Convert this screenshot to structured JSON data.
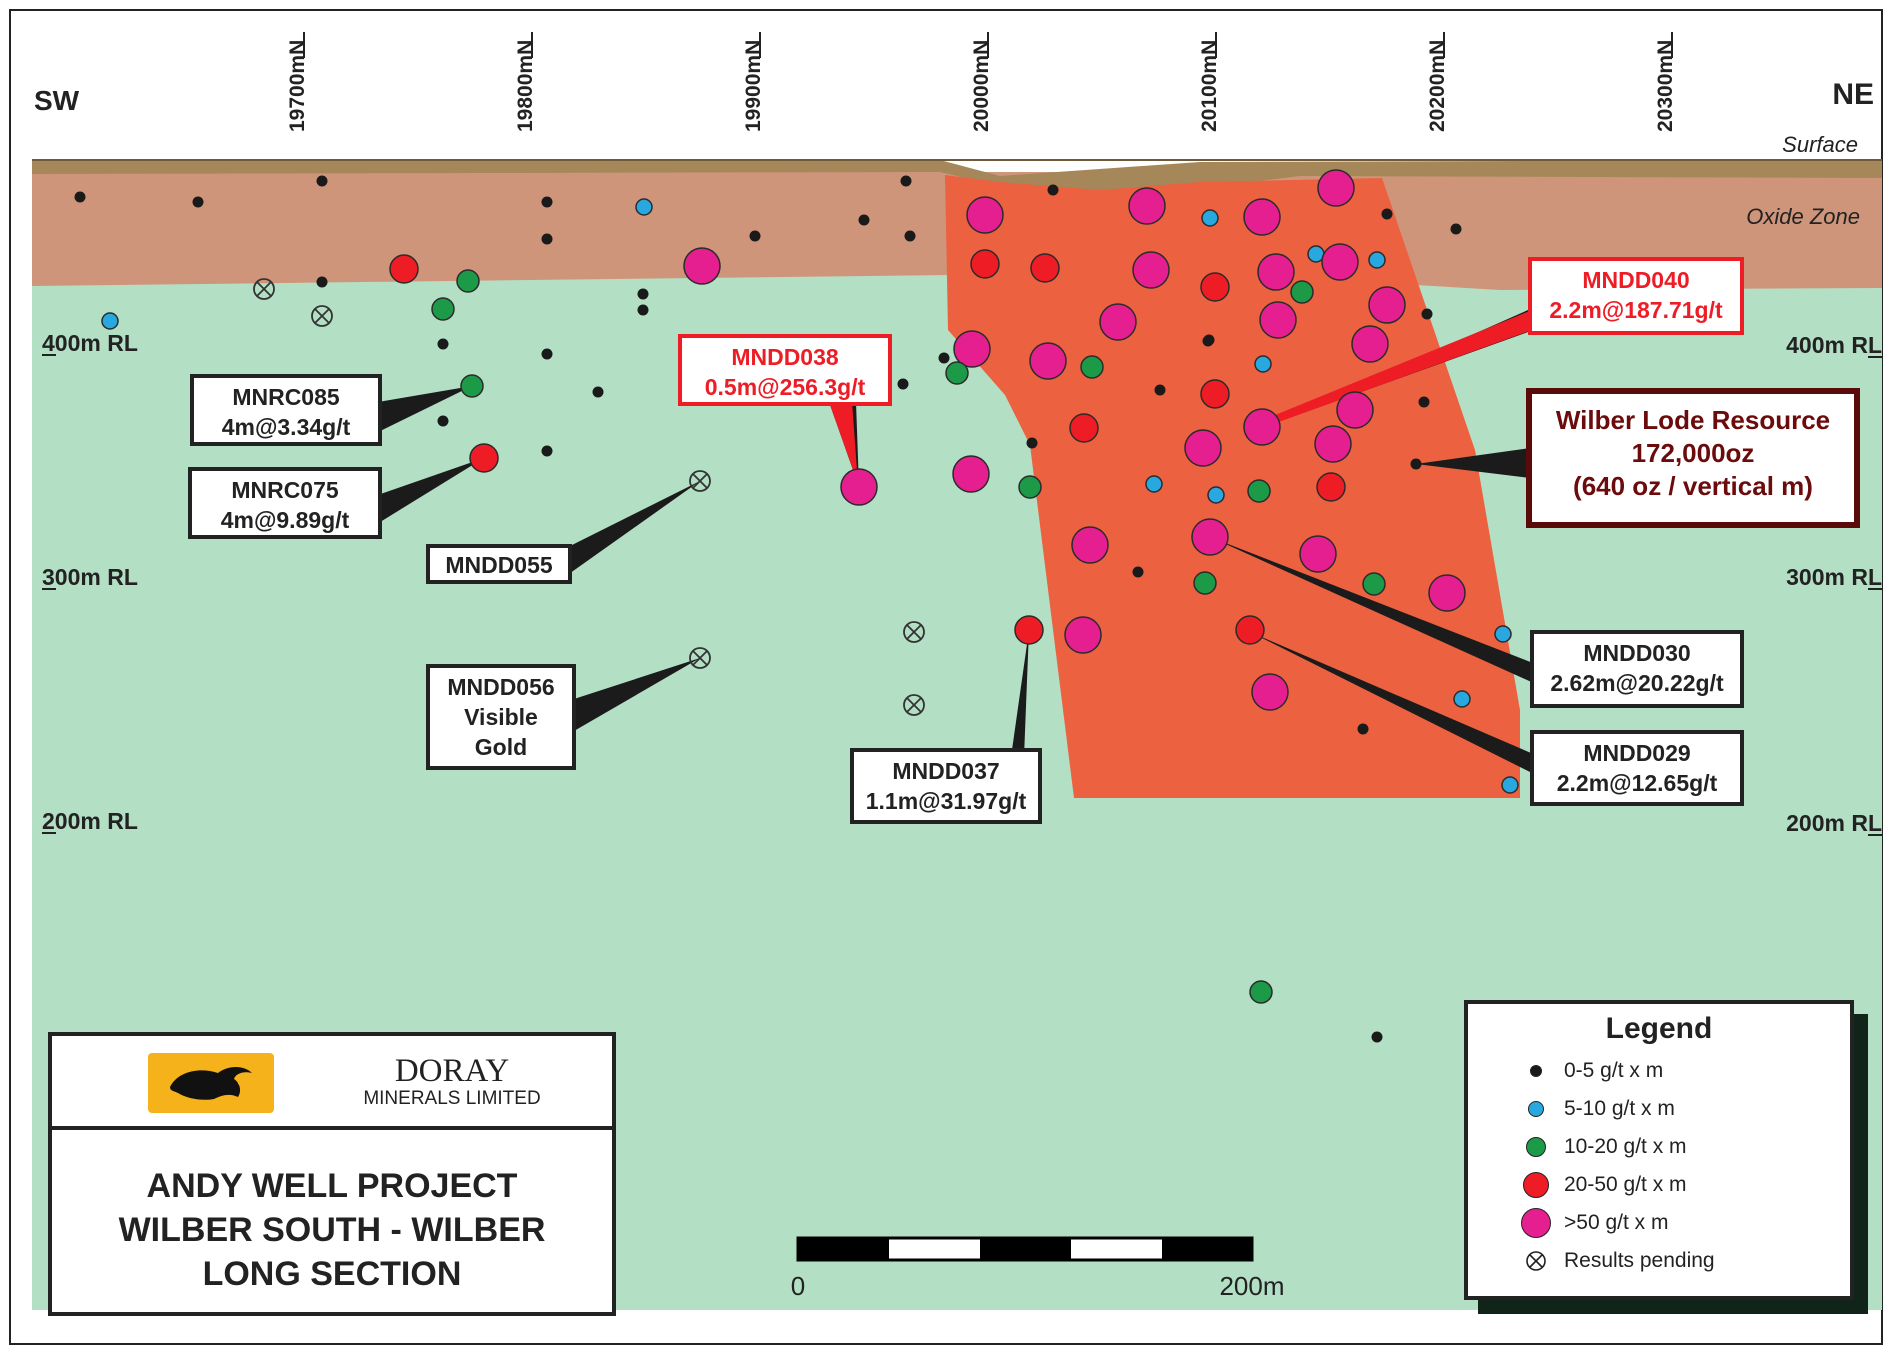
{
  "section": {
    "direction_left": "SW",
    "direction_right": "NE",
    "northings": [
      "19700mN",
      "19800mN",
      "19900mN",
      "20000mN",
      "20100mN",
      "20200mN",
      "20300mN"
    ],
    "rl_left": [
      "400m RL",
      "300m RL",
      "200m RL"
    ],
    "rl_right": [
      "400m RL",
      "300m RL",
      "200m RL"
    ],
    "surface_label": "Surface",
    "oxide_label": "Oxide Zone"
  },
  "colors": {
    "fresh_rock": "#b3dfc5",
    "oxide": "#cf957a",
    "surface": "#a5875a",
    "resource": "#ec6140",
    "grade_0_5": "#1a1a1a",
    "grade_5_10": "#29a7df",
    "grade_10_20": "#1d9a48",
    "grade_20_50": "#ee1c25",
    "grade_50_plus": "#e51f8f"
  },
  "callouts": {
    "mnrc085": {
      "line1": "MNRC085",
      "line2": "4m@3.34g/t"
    },
    "mnrc075": {
      "line1": "MNRC075",
      "line2": "4m@9.89g/t"
    },
    "mndd055": {
      "line1": "MNDD055"
    },
    "mndd056": {
      "line1": "MNDD056",
      "line2": "Visible",
      "line3": "Gold"
    },
    "mndd038": {
      "line1": "MNDD038",
      "line2": "0.5m@256.3g/t"
    },
    "mndd037": {
      "line1": "MNDD037",
      "line2": "1.1m@31.97g/t"
    },
    "mndd040": {
      "line1": "MNDD040",
      "line2": "2.2m@187.71g/t"
    },
    "mndd030": {
      "line1": "MNDD030",
      "line2": "2.62m@20.22g/t"
    },
    "mndd029": {
      "line1": "MNDD029",
      "line2": "2.2m@12.65g/t"
    }
  },
  "resource": {
    "line1": "Wilber Lode Resource",
    "line2": "172,000oz",
    "line3": "(640 oz / vertical m)"
  },
  "scale_bar": {
    "start": "0",
    "end": "200m"
  },
  "title_block": {
    "company_name": "DORAY",
    "company_sub": "MINERALS LIMITED",
    "title_line1": "ANDY WELL PROJECT",
    "title_line2": "WILBER SOUTH - WILBER",
    "title_line3": "LONG SECTION"
  },
  "legend": {
    "title": "Legend",
    "items": [
      {
        "label": "0-5 g/t x m",
        "class": "0-5"
      },
      {
        "label": "5-10 g/t x m",
        "class": "5-10"
      },
      {
        "label": "10-20 g/t x m",
        "class": "10-20"
      },
      {
        "label": "20-50 g/t x m",
        "class": "20-50"
      },
      {
        "label": ">50 g/t x m",
        "class": "50+"
      },
      {
        "label": "Results pending",
        "class": "pending"
      }
    ]
  }
}
